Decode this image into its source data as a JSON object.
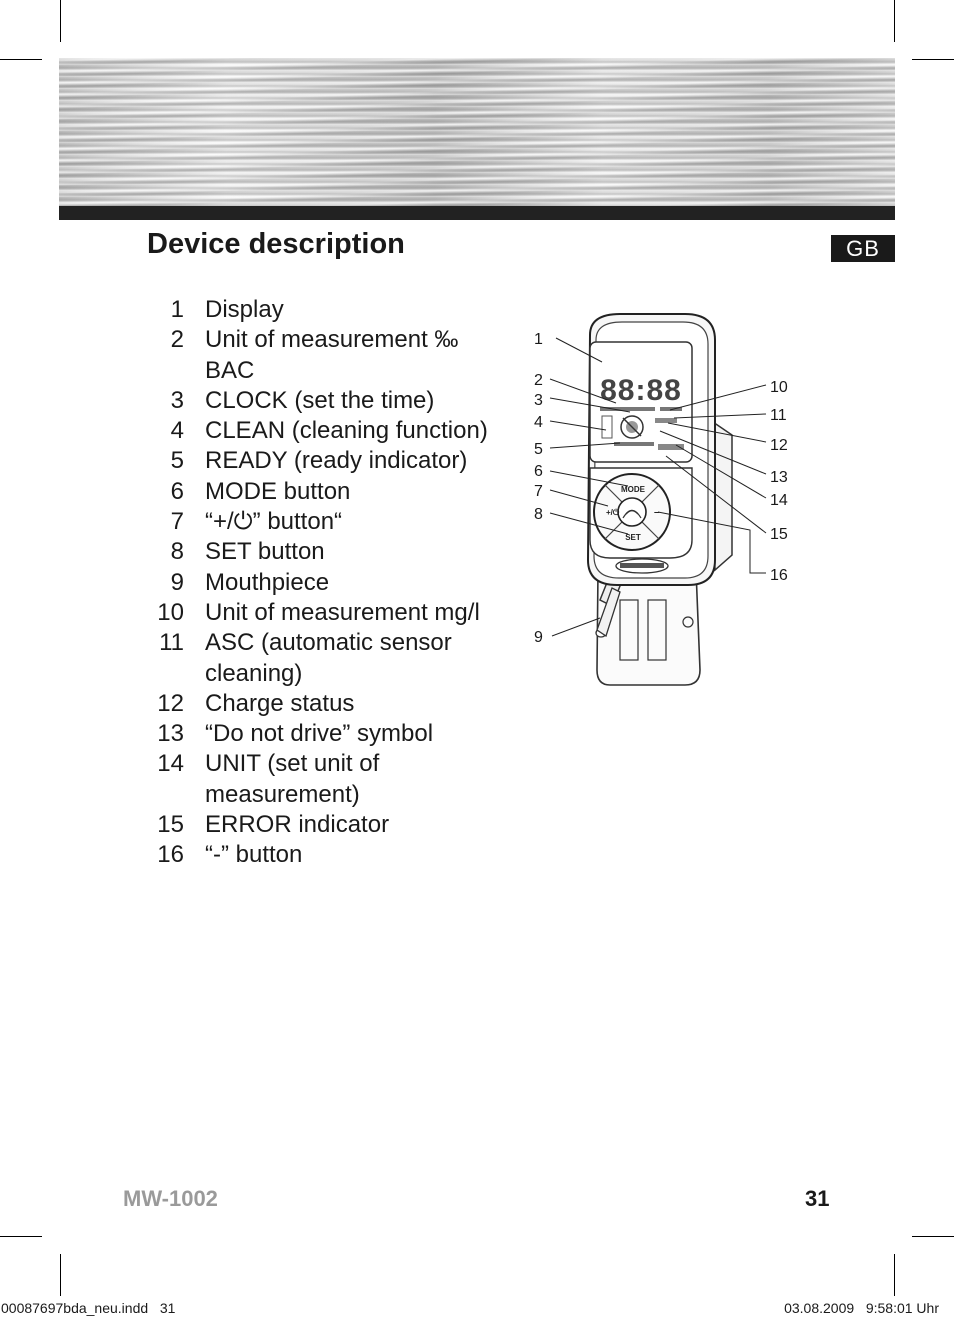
{
  "header": {
    "title": "Device description",
    "language_badge": "GB"
  },
  "items": [
    {
      "number": "1",
      "text": "Display"
    },
    {
      "number": "2",
      "text": "Unit of measurement ‰ BAC"
    },
    {
      "number": "3",
      "text": "CLOCK (set the time)"
    },
    {
      "number": "4",
      "text": "CLEAN (cleaning function)"
    },
    {
      "number": "5",
      "text": "READY (ready indicator)"
    },
    {
      "number": "6",
      "text": "MODE button"
    },
    {
      "number": "7",
      "text": "“+/⏻” button“"
    },
    {
      "number": "8",
      "text": "SET button"
    },
    {
      "number": "9",
      "text": "Mouthpiece"
    },
    {
      "number": "10",
      "text": "Unit of measurement mg/l"
    },
    {
      "number": "11",
      "text": "ASC (automatic sensor cleaning)"
    },
    {
      "number": "12",
      "text": "Charge status"
    },
    {
      "number": "13",
      "text": "“Do not drive” symbol"
    },
    {
      "number": "14",
      "text": "UNIT (set unit of measurement)"
    },
    {
      "number": "15",
      "text": "ERROR indicator"
    },
    {
      "number": "16",
      "text": "“-” button"
    }
  ],
  "diagram": {
    "callouts_left": [
      "1",
      "2",
      "3",
      "4",
      "5",
      "6",
      "7",
      "8",
      "9"
    ],
    "callouts_right": [
      "10",
      "11",
      "12",
      "13",
      "14",
      "15",
      "16"
    ],
    "display_digits": "88:88",
    "button_mode": "MODE",
    "button_set": "SET"
  },
  "footer": {
    "model": "MW-1002",
    "page_number": "31",
    "slug_file": "00087697bda_neu.indd   31",
    "slug_timestamp": "03.08.2009   9:58:01 Uhr"
  }
}
